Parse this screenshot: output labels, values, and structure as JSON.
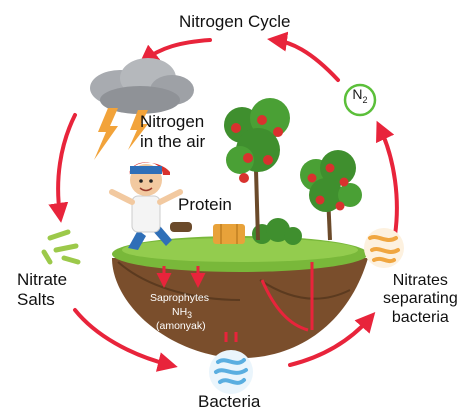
{
  "title": "Nitrogen Cycle",
  "labels": {
    "nitrogen_air_line1": "Nitrogen",
    "nitrogen_air_line2": "in the air",
    "protein": "Protein",
    "nitrate_salts_line1": "Nitrate",
    "nitrate_salts_line2": "Salts",
    "bacteria": "Bacteria",
    "separating_line1": "Nitrates",
    "separating_line2": "separating",
    "separating_line3": "bacteria"
  },
  "n2_badge": {
    "symbol": "N",
    "subscript": "2"
  },
  "soil_text": {
    "saprophytes": "Saprophytes",
    "nh3_base": "NH",
    "nh3_sub": "3",
    "amonyak": "(amonyak)"
  },
  "colors": {
    "cycle_arrow": "#e8243b",
    "soil": "#7a4e2c",
    "grass": "#79b83a",
    "n2_ring": "#5bbf3a",
    "cloud": "#a8abb0",
    "lightning": "#f2a33a",
    "nitrate_bacteria": "#9cc94a",
    "bacteria_blue": "#5aaee0",
    "separating_bacteria": "#f0a640",
    "apple": "#d8322e",
    "tree_trunk": "#6b4a2a",
    "leaf": "#3f8f2e"
  },
  "icons": [
    "cloud-icon",
    "lightning-icon",
    "boy-icon",
    "apple-tree-icon",
    "hay-bale-icon",
    "bush-icon",
    "nitrate-bacteria-icon",
    "bacteria-icon",
    "separating-bacteria-icon",
    "n2-badge-icon",
    "soil-island-icon"
  ]
}
